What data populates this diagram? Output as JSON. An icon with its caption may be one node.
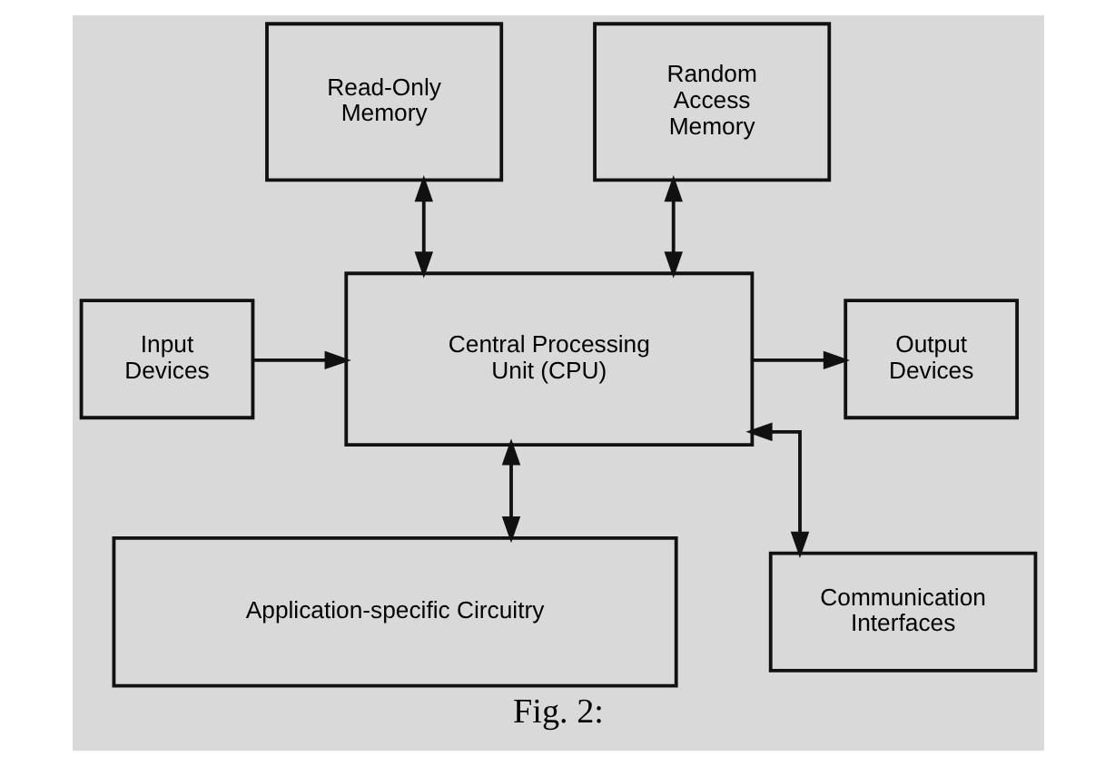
{
  "diagram": {
    "caption": "Fig. 2:",
    "nodes": [
      {
        "text": [
          "Read-Only Memory"
        ]
      },
      {
        "text": [
          "Random Access Memory"
        ]
      },
      {
        "text": [
          "Input Devices"
        ]
      },
      {
        "text": [
          "Central Processing Unit (CPU)"
        ]
      },
      {
        "text": [
          "Output Devices"
        ]
      },
      {
        "text": [
          "Communication Interfaces"
        ]
      },
      {
        "text": [
          "Application-specific Circuitry"
        ]
      }
    ],
    "edges": [
      {
        "from": 0,
        "to": 3,
        "arrow": "both"
      },
      {
        "from": 1,
        "to": 3,
        "arrow": "both"
      },
      {
        "from": 2,
        "to": 3,
        "arrow": "to"
      },
      {
        "from": 3,
        "to": 4,
        "arrow": "to"
      },
      {
        "from": 3,
        "to": 5,
        "arrow": "both"
      },
      {
        "from": 3,
        "to": 6,
        "arrow": "both"
      }
    ]
  }
}
